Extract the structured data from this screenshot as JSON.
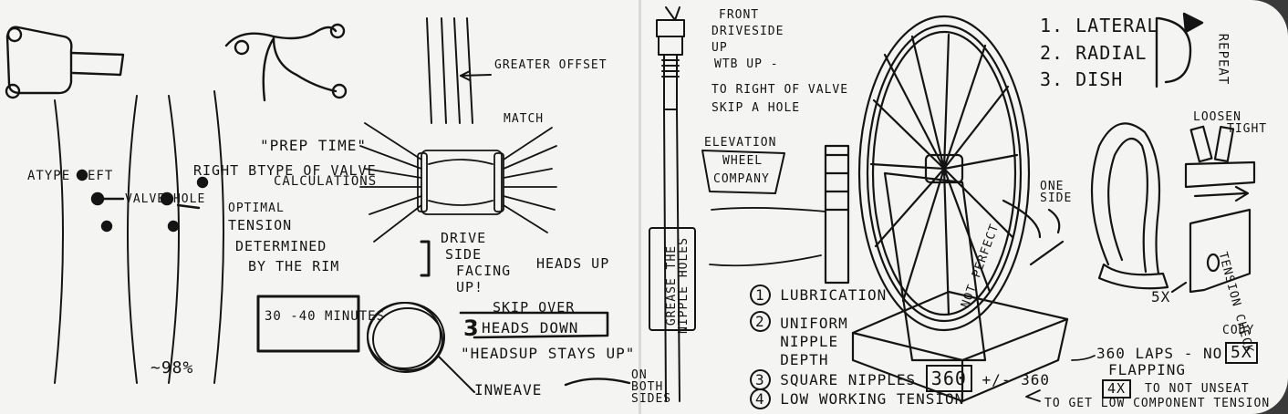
{
  "left_page": {
    "rim_labels": {
      "atype_left": "ATYPE LEFT",
      "valve_hole": "VALVE HOLE",
      "right_btype_valve": "RIGHT BTYPE OF VALVE",
      "percent": "~98%"
    },
    "prep_time": {
      "heading": "\"PREP TIME\"",
      "calculations": "CALCULATIONS",
      "box_duration": "30 -40 MINUTES"
    },
    "tension_note": {
      "line1": "OPTIMAL",
      "line2": "TENSION",
      "line3": "DETERMINED",
      "line4": "BY THE RIM"
    },
    "hub_diagram": {
      "greater_offset": "GREATER OFFSET",
      "match": "MATCH"
    },
    "drive_side": {
      "line1": "DRIVE",
      "line2": "SIDE",
      "line3": "FACING",
      "line4": "UP!",
      "heads_up": "HEADS UP"
    },
    "spoke_pattern": {
      "skip_over": "SKIP OVER",
      "heads_down_number": "3",
      "heads_down": "HEADS DOWN",
      "headsup_stays": "\"HEADSUP STAYS UP\"",
      "inweave": "INWEAVE",
      "on_both_sides": "ON BOTH SIDES"
    }
  },
  "right_page": {
    "valve_orientation": {
      "line1": "FRONT",
      "line2": "DRIVESIDE",
      "line3": "UP",
      "line4": "WTB UP -",
      "line5": "TO RIGHT OF VALVE",
      "line6": "SKIP A HOLE"
    },
    "brand": {
      "line1": "ELEVATION",
      "line2": "WHEEL",
      "line3": "COMPANY"
    },
    "grease_label": "GREASE THE NIPPLE HOLES",
    "truing_stand": {
      "one_side": "ONE SIDE",
      "not_perfect": "NOT PERFECT"
    },
    "checklist": [
      {
        "num": "1",
        "text": "LUBRICATION"
      },
      {
        "num": "2",
        "text": "UNIFORM NIPPLE DEPTH"
      },
      {
        "num": "3",
        "text": "SQUARE NIPPLES",
        "box": "360",
        "suffix": "+/- 360"
      },
      {
        "num": "4",
        "text": "LOW WORKING TENSION"
      }
    ],
    "order": {
      "item1": "1. LATERAL",
      "item2": "2. RADIAL",
      "item3": "3. DISH",
      "repeat": "REPEAT"
    },
    "tension_check": {
      "loosen": "LOOSEN",
      "tight": "TIGHT",
      "times": "5X",
      "label": "TENSION CHECK"
    },
    "laps": {
      "line": "360 LAPS - NO",
      "flapping": "FLAPPING",
      "cody": "CODY",
      "cody_box": "5X",
      "box4": "4X",
      "unseat": "TO NOT UNSEAT",
      "bottom": "TO GET LOW COMPONENT TENSION"
    }
  }
}
